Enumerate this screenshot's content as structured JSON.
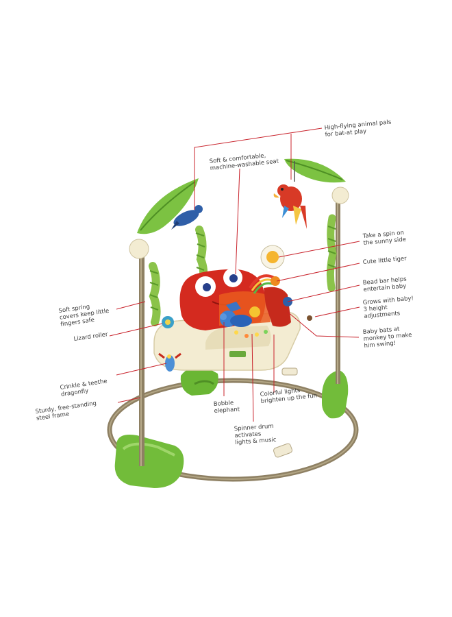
{
  "diagram": {
    "callouts": {
      "animal_pals": "High-flying animal pals\nfor bat-at play",
      "seat": "Soft & comfortable,\nmachine-washable seat",
      "spin": "Take a spin on\nthe sunny side",
      "tiger": "Cute little tiger",
      "bead_bar": "Bead bar helps\nentertain baby",
      "grows": "Grows with baby!\n3 height\nadjustments",
      "monkey": "Baby bats at\nmonkey to make\nhim swing!",
      "springs": "Soft spring\ncovers keep little\nfingers safe",
      "lizard": "Lizard roller",
      "dragonfly": "Crinkle & teethe\ndragonfly",
      "frame": "Sturdy, free-standing\nsteel frame",
      "elephant": "Bobble\nelephant",
      "spinner": "Spinner drum\nactivates\nlights & music",
      "lights": "Colorful lights\nbrighten up the fun"
    },
    "colors": {
      "leader_line": "#c8212a",
      "frame": "#9a8a6a",
      "green": "#7cc242",
      "red_seat": "#d42a1f",
      "cream": "#f3ecd2"
    }
  }
}
